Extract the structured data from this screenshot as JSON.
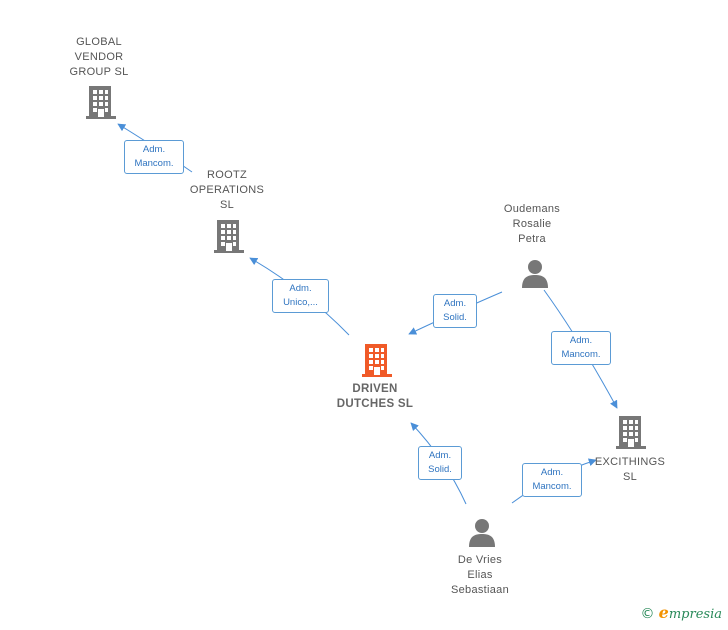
{
  "nodes": {
    "global_vendor": {
      "label": "GLOBAL\nVENDOR\nGROUP  SL",
      "icon": "building-icon",
      "color": "#777777"
    },
    "rootz": {
      "label": "ROOTZ\nOPERATIONS\nSL",
      "icon": "building-icon",
      "color": "#777777"
    },
    "driven": {
      "label": "DRIVEN\nDUTCHES  SL",
      "icon": "building-icon",
      "color": "#f05a28"
    },
    "oudemans": {
      "label": "Oudemans\nRosalie\nPetra",
      "icon": "person-icon",
      "color": "#777777"
    },
    "excithings": {
      "label": "EXCITHINGS\nSL",
      "icon": "building-icon",
      "color": "#777777"
    },
    "devries": {
      "label": "De Vries\nElias\nSebastiaan",
      "icon": "person-icon",
      "color": "#777777"
    }
  },
  "edges": {
    "rootz_global": {
      "label": "Adm.\nMancom."
    },
    "driven_rootz": {
      "label": "Adm.\nUnico,..."
    },
    "oudemans_driven": {
      "label": "Adm.\nSolid."
    },
    "oudemans_excithings": {
      "label": "Adm.\nMancom."
    },
    "devries_driven": {
      "label": "Adm.\nSolid."
    },
    "devries_excithings": {
      "label": "Adm.\nMancom."
    }
  },
  "colors": {
    "edge": "#4a8fd8",
    "edge_label_border": "#5b9bd5",
    "edge_label_text": "#2f74c0"
  },
  "watermark": {
    "copyright": "©",
    "brand_initial": "e",
    "brand_rest": "mpresia"
  }
}
